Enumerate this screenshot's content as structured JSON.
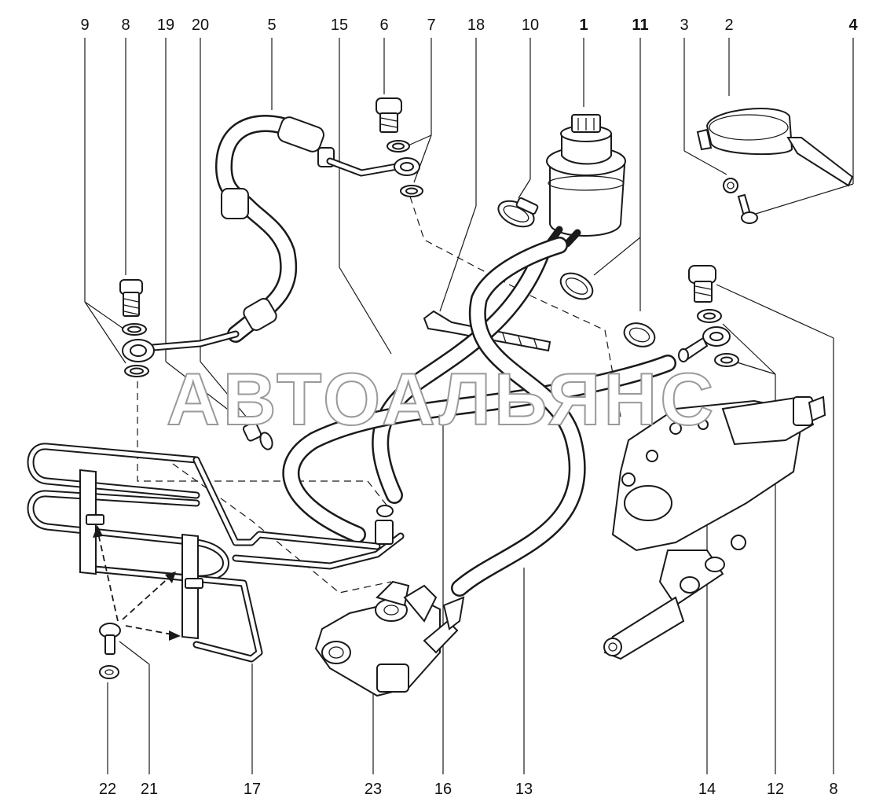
{
  "watermark": "АВТОАЛЬЯНС",
  "callouts": {
    "top": [
      "9",
      "8",
      "19",
      "20",
      "5",
      "15",
      "6",
      "7",
      "18",
      "10",
      "1",
      "11",
      "3",
      "2",
      "4"
    ],
    "bottom": [
      "22",
      "21",
      "17",
      "23",
      "16",
      "13",
      "14",
      "12",
      "8"
    ]
  }
}
